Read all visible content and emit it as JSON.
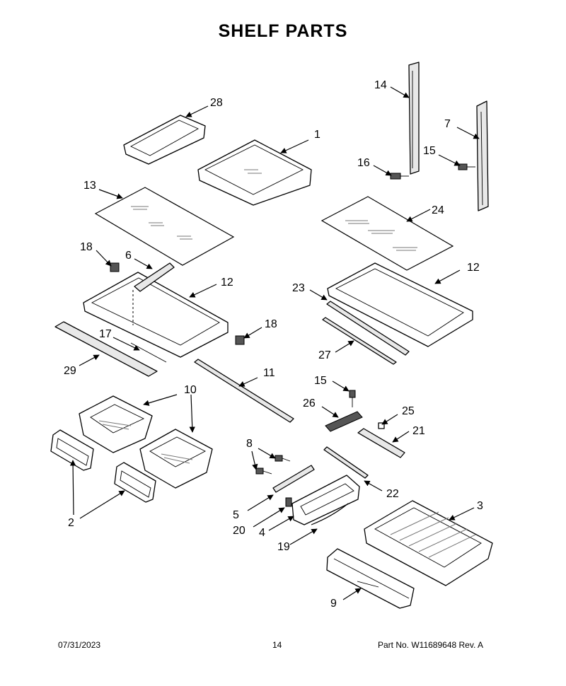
{
  "title": "SHELF PARTS",
  "footer": {
    "date": "07/31/2023",
    "page": "14",
    "part_no": "Part No.  W11689648  Rev.  A"
  },
  "callouts": {
    "c1": "1",
    "c2": "2",
    "c3": "3",
    "c4": "4",
    "c5": "5",
    "c6": "6",
    "c7": "7",
    "c8": "8",
    "c9": "9",
    "c10": "10",
    "c11": "11",
    "c12a": "12",
    "c12b": "12",
    "c13": "13",
    "c14": "14",
    "c15a": "15",
    "c15b": "15",
    "c16": "16",
    "c17": "17",
    "c18a": "18",
    "c18b": "18",
    "c19": "19",
    "c20": "20",
    "c21": "21",
    "c22": "22",
    "c23": "23",
    "c24": "24",
    "c25": "25",
    "c26": "26",
    "c27": "27",
    "c28": "28",
    "c29": "29"
  }
}
